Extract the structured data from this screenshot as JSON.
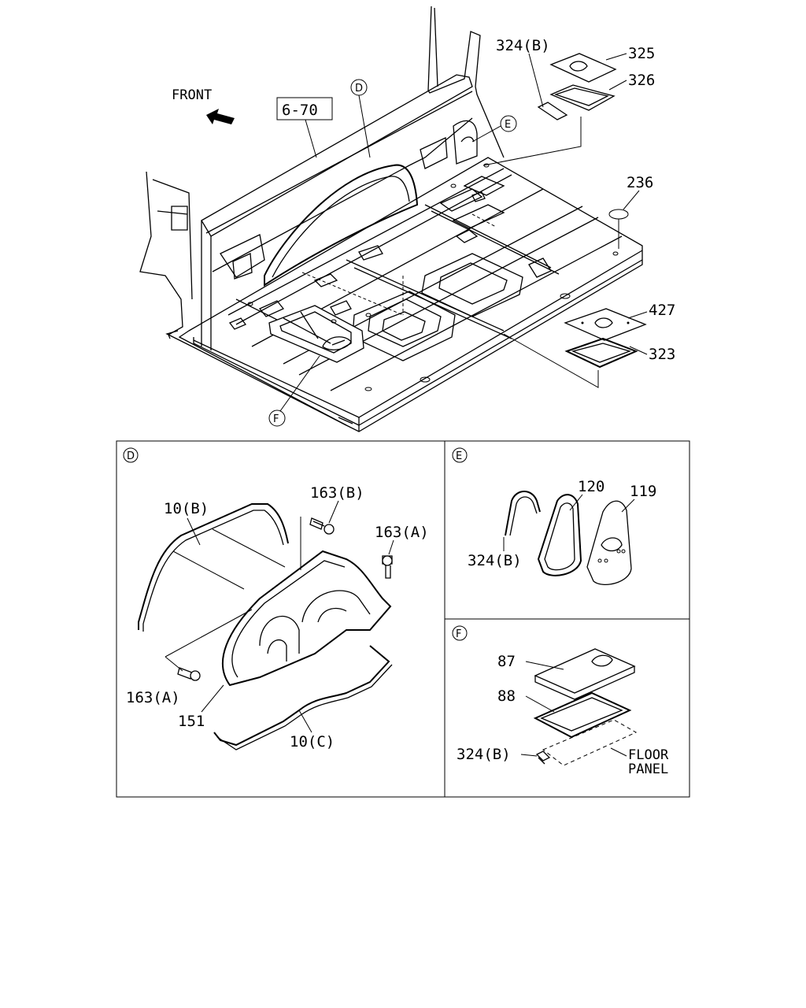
{
  "main": {
    "front_label": "FRONT",
    "ref_box": "6-70",
    "callouts": {
      "d": "D",
      "e": "E",
      "f": "F"
    },
    "parts": {
      "p324b": "324(B)",
      "p325": "325",
      "p326": "326",
      "p236": "236",
      "p427": "427",
      "p323": "323"
    }
  },
  "panel_d": {
    "tag": "D",
    "parts": {
      "p10b": "10(B)",
      "p163b": "163(B)",
      "p163a_right": "163(A)",
      "p163a_left": "163(A)",
      "p151": "151",
      "p10c": "10(C)"
    }
  },
  "panel_e": {
    "tag": "E",
    "parts": {
      "p120": "120",
      "p119": "119",
      "p324b": "324(B)"
    }
  },
  "panel_f": {
    "tag": "F",
    "parts": {
      "p87": "87",
      "p88": "88",
      "p324b": "324(B)",
      "floor_line1": "FLOOR",
      "floor_line2": "PANEL"
    }
  }
}
